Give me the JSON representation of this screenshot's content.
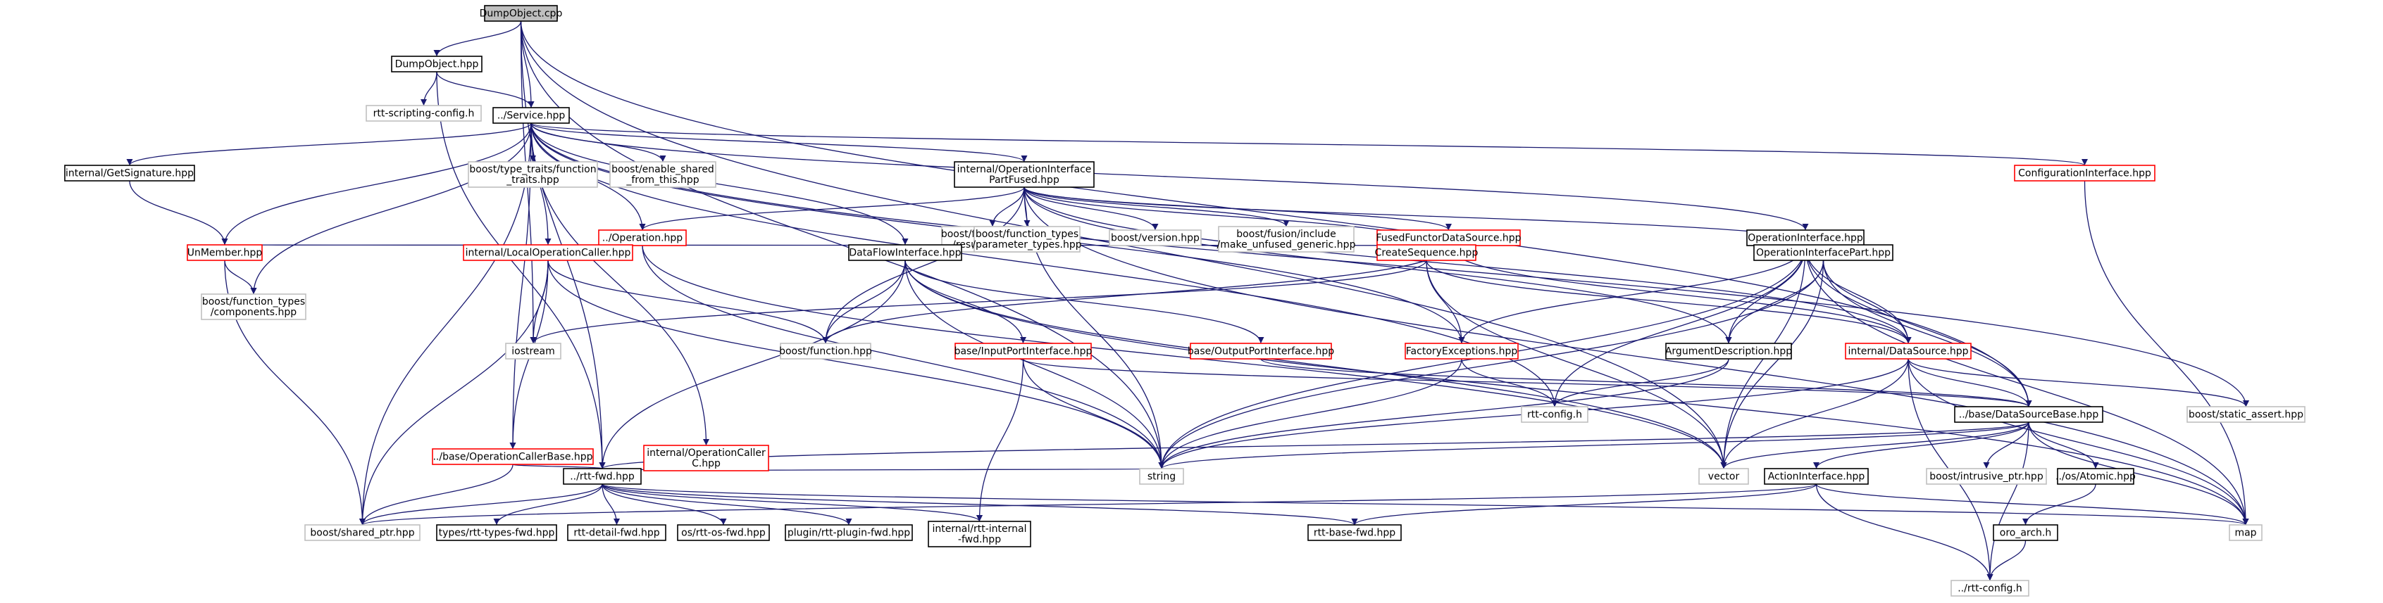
{
  "colors": {
    "edge": "#191970",
    "border_black": "#000000",
    "border_red": "#ff0000",
    "border_gray": "#bfbfbf",
    "root_fill": "#bfbfbf",
    "node_fill": "#ffffff"
  },
  "nodes": [
    {
      "id": "dumpobject_cpp",
      "lines": [
        "DumpObject.cpp"
      ],
      "style": "root"
    },
    {
      "id": "dumpobject_hpp",
      "lines": [
        "DumpObject.hpp"
      ],
      "style": "black"
    },
    {
      "id": "rtt_scripting_config",
      "lines": [
        "rtt-scripting-config.h"
      ],
      "style": "gray"
    },
    {
      "id": "service_hpp",
      "lines": [
        "../Service.hpp"
      ],
      "style": "black"
    },
    {
      "id": "get_signature",
      "lines": [
        "internal/GetSignature.hpp"
      ],
      "style": "black"
    },
    {
      "id": "type_traits_fn",
      "lines": [
        "boost/type_traits/function",
        "_traits.hpp"
      ],
      "style": "gray"
    },
    {
      "id": "enable_shared",
      "lines": [
        "boost/enable_shared",
        "_from_this.hpp"
      ],
      "style": "gray"
    },
    {
      "id": "op_iface_partfused",
      "lines": [
        "internal/OperationInterface",
        "PartFused.hpp"
      ],
      "style": "black"
    },
    {
      "id": "config_iface",
      "lines": [
        "ConfigurationInterface.hpp"
      ],
      "style": "red"
    },
    {
      "id": "operation_hpp",
      "lines": [
        "../Operation.hpp"
      ],
      "style": "red"
    },
    {
      "id": "ft_result",
      "lines": [
        "boost/function_types",
        "/result_type.hpp"
      ],
      "style": "gray"
    },
    {
      "id": "ft_param",
      "lines": [
        "boost/function_types",
        "/parameter_types.hpp"
      ],
      "style": "gray"
    },
    {
      "id": "boost_version",
      "lines": [
        "boost/version.hpp"
      ],
      "style": "gray"
    },
    {
      "id": "fusion_include",
      "lines": [
        "boost/fusion/include",
        "/make_unfused_generic.hpp"
      ],
      "style": "gray"
    },
    {
      "id": "fused_functor",
      "lines": [
        "FusedFunctorDataSource.hpp"
      ],
      "style": "red"
    },
    {
      "id": "op_iface",
      "lines": [
        "OperationInterface.hpp"
      ],
      "style": "black"
    },
    {
      "id": "unmember",
      "lines": [
        "UnMember.hpp"
      ],
      "style": "red"
    },
    {
      "id": "ft_components",
      "lines": [
        "boost/function_types",
        "/components.hpp"
      ],
      "style": "gray"
    },
    {
      "id": "local_op_caller",
      "lines": [
        "internal/LocalOperationCaller.hpp"
      ],
      "style": "red"
    },
    {
      "id": "iostream",
      "lines": [
        "iostream"
      ],
      "style": "gray"
    },
    {
      "id": "dataflow_iface",
      "lines": [
        "DataFlowInterface.hpp"
      ],
      "style": "black"
    },
    {
      "id": "boost_function",
      "lines": [
        "boost/function.hpp"
      ],
      "style": "gray"
    },
    {
      "id": "create_sequence",
      "lines": [
        "CreateSequence.hpp"
      ],
      "style": "red"
    },
    {
      "id": "op_iface_part",
      "lines": [
        "OperationInterfacePart.hpp"
      ],
      "style": "black"
    },
    {
      "id": "input_port",
      "lines": [
        "base/InputPortInterface.hpp"
      ],
      "style": "red"
    },
    {
      "id": "output_port",
      "lines": [
        "base/OutputPortInterface.hpp"
      ],
      "style": "red"
    },
    {
      "id": "factory_exc",
      "lines": [
        "FactoryExceptions.hpp"
      ],
      "style": "red"
    },
    {
      "id": "arg_desc",
      "lines": [
        "ArgumentDescription.hpp"
      ],
      "style": "black"
    },
    {
      "id": "internal_ds",
      "lines": [
        "internal/DataSource.hpp"
      ],
      "style": "red"
    },
    {
      "id": "op_caller_base",
      "lines": [
        "../base/OperationCallerBase.hpp"
      ],
      "style": "red"
    },
    {
      "id": "op_caller_c",
      "lines": [
        "internal/OperationCaller",
        "C.hpp"
      ],
      "style": "red"
    },
    {
      "id": "rtt_config_h",
      "lines": [
        "rtt-config.h"
      ],
      "style": "gray"
    },
    {
      "id": "ds_base",
      "lines": [
        "../base/DataSourceBase.hpp"
      ],
      "style": "black"
    },
    {
      "id": "static_assert",
      "lines": [
        "boost/static_assert.hpp"
      ],
      "style": "gray"
    },
    {
      "id": "rtt_fwd",
      "lines": [
        "../rtt-fwd.hpp"
      ],
      "style": "black"
    },
    {
      "id": "string",
      "lines": [
        "string"
      ],
      "style": "gray"
    },
    {
      "id": "vector",
      "lines": [
        "vector"
      ],
      "style": "gray"
    },
    {
      "id": "action_iface",
      "lines": [
        "ActionInterface.hpp"
      ],
      "style": "black"
    },
    {
      "id": "intrusive_ptr",
      "lines": [
        "boost/intrusive_ptr.hpp"
      ],
      "style": "gray"
    },
    {
      "id": "os_atomic",
      "lines": [
        "../os/Atomic.hpp"
      ],
      "style": "black"
    },
    {
      "id": "map",
      "lines": [
        "map"
      ],
      "style": "gray"
    },
    {
      "id": "shared_ptr",
      "lines": [
        "boost/shared_ptr.hpp"
      ],
      "style": "gray"
    },
    {
      "id": "types_fwd",
      "lines": [
        "types/rtt-types-fwd.hpp"
      ],
      "style": "black"
    },
    {
      "id": "detail_fwd",
      "lines": [
        "rtt-detail-fwd.hpp"
      ],
      "style": "black"
    },
    {
      "id": "os_fwd",
      "lines": [
        "os/rtt-os-fwd.hpp"
      ],
      "style": "black"
    },
    {
      "id": "plugin_fwd",
      "lines": [
        "plugin/rtt-plugin-fwd.hpp"
      ],
      "style": "black"
    },
    {
      "id": "internal_fwd",
      "lines": [
        "internal/rtt-internal",
        "-fwd.hpp"
      ],
      "style": "black"
    },
    {
      "id": "base_fwd",
      "lines": [
        "rtt-base-fwd.hpp"
      ],
      "style": "black"
    },
    {
      "id": "oro_arch",
      "lines": [
        "oro_arch.h"
      ],
      "style": "black"
    },
    {
      "id": "rtt_config2",
      "lines": [
        "../rtt-config.h"
      ],
      "style": "gray"
    }
  ],
  "edges": [
    [
      "dumpobject_cpp",
      "dumpobject_hpp"
    ],
    [
      "dumpobject_cpp",
      "service_hpp"
    ],
    [
      "dumpobject_cpp",
      "iostream"
    ],
    [
      "dumpobject_cpp",
      "string"
    ],
    [
      "dumpobject_cpp",
      "rtt_fwd"
    ],
    [
      "dumpobject_cpp",
      "ds_base"
    ],
    [
      "dumpobject_cpp",
      "vector"
    ],
    [
      "dumpobject_hpp",
      "rtt_scripting_config"
    ],
    [
      "dumpobject_hpp",
      "service_hpp"
    ],
    [
      "dumpobject_hpp",
      "rtt_fwd"
    ],
    [
      "service_hpp",
      "get_signature"
    ],
    [
      "service_hpp",
      "type_traits_fn"
    ],
    [
      "service_hpp",
      "enable_shared"
    ],
    [
      "service_hpp",
      "op_iface_partfused"
    ],
    [
      "service_hpp",
      "config_iface"
    ],
    [
      "service_hpp",
      "operation_hpp"
    ],
    [
      "service_hpp",
      "op_iface"
    ],
    [
      "service_hpp",
      "unmember"
    ],
    [
      "service_hpp",
      "ft_components"
    ],
    [
      "service_hpp",
      "local_op_caller"
    ],
    [
      "service_hpp",
      "dataflow_iface"
    ],
    [
      "service_hpp",
      "op_caller_base"
    ],
    [
      "service_hpp",
      "op_caller_c"
    ],
    [
      "service_hpp",
      "shared_ptr"
    ],
    [
      "service_hpp",
      "static_assert"
    ],
    [
      "service_hpp",
      "rtt_config_h"
    ],
    [
      "service_hpp",
      "factory_exc"
    ],
    [
      "get_signature",
      "unmember"
    ],
    [
      "op_iface_partfused",
      "ft_result"
    ],
    [
      "op_iface_partfused",
      "ft_param"
    ],
    [
      "op_iface_partfused",
      "boost_version"
    ],
    [
      "op_iface_partfused",
      "fusion_include"
    ],
    [
      "op_iface_partfused",
      "fused_functor"
    ],
    [
      "op_iface_partfused",
      "op_iface_part"
    ],
    [
      "op_iface_partfused",
      "create_sequence"
    ],
    [
      "op_iface_partfused",
      "boost_function"
    ],
    [
      "op_iface_partfused",
      "string"
    ],
    [
      "op_iface_partfused",
      "internal_ds"
    ],
    [
      "op_iface_partfused",
      "map"
    ],
    [
      "op_iface_partfused",
      "operation_hpp"
    ],
    [
      "op_iface_partfused",
      "arg_desc"
    ],
    [
      "config_iface",
      "map"
    ],
    [
      "operation_hpp",
      "local_op_caller"
    ],
    [
      "operation_hpp",
      "string"
    ],
    [
      "operation_hpp",
      "vector"
    ],
    [
      "fused_functor",
      "create_sequence"
    ],
    [
      "fused_functor",
      "internal_ds"
    ],
    [
      "fused_functor",
      "unmember"
    ],
    [
      "fused_functor",
      "boost_function"
    ],
    [
      "op_iface",
      "op_iface_part"
    ],
    [
      "op_iface",
      "arg_desc"
    ],
    [
      "op_iface",
      "factory_exc"
    ],
    [
      "op_iface",
      "internal_ds"
    ],
    [
      "op_iface",
      "ds_base"
    ],
    [
      "op_iface",
      "string"
    ],
    [
      "op_iface",
      "vector"
    ],
    [
      "op_iface",
      "map"
    ],
    [
      "op_iface",
      "rtt_config_h"
    ],
    [
      "unmember",
      "ft_components"
    ],
    [
      "unmember",
      "shared_ptr"
    ],
    [
      "local_op_caller",
      "iostream"
    ],
    [
      "local_op_caller",
      "boost_function"
    ],
    [
      "local_op_caller",
      "op_caller_base"
    ],
    [
      "local_op_caller",
      "shared_ptr"
    ],
    [
      "local_op_caller",
      "string"
    ],
    [
      "dataflow_iface",
      "boost_function"
    ],
    [
      "dataflow_iface",
      "input_port"
    ],
    [
      "dataflow_iface",
      "output_port"
    ],
    [
      "dataflow_iface",
      "rtt_fwd"
    ],
    [
      "dataflow_iface",
      "string"
    ],
    [
      "dataflow_iface",
      "vector"
    ],
    [
      "dataflow_iface",
      "map"
    ],
    [
      "create_sequence",
      "factory_exc"
    ],
    [
      "create_sequence",
      "internal_ds"
    ],
    [
      "create_sequence",
      "vector"
    ],
    [
      "create_sequence",
      "iostream"
    ],
    [
      "op_iface_part",
      "arg_desc"
    ],
    [
      "op_iface_part",
      "internal_ds"
    ],
    [
      "op_iface_part",
      "ds_base"
    ],
    [
      "op_iface_part",
      "string"
    ],
    [
      "op_iface_part",
      "vector"
    ],
    [
      "input_port",
      "string"
    ],
    [
      "input_port",
      "internal_fwd"
    ],
    [
      "input_port",
      "ds_base"
    ],
    [
      "output_port",
      "ds_base"
    ],
    [
      "factory_exc",
      "string"
    ],
    [
      "factory_exc",
      "rtt_config_h"
    ],
    [
      "arg_desc",
      "string"
    ],
    [
      "arg_desc",
      "rtt_config_h"
    ],
    [
      "internal_ds",
      "ds_base"
    ],
    [
      "internal_ds",
      "static_assert"
    ],
    [
      "internal_ds",
      "string"
    ],
    [
      "internal_ds",
      "vector"
    ],
    [
      "internal_ds",
      "map"
    ],
    [
      "internal_ds",
      "rtt_config2"
    ],
    [
      "op_caller_base",
      "rtt_fwd"
    ],
    [
      "op_caller_base",
      "shared_ptr"
    ],
    [
      "op_caller_c",
      "rtt_fwd"
    ],
    [
      "op_caller_c",
      "string"
    ],
    [
      "ds_base",
      "rtt_fwd"
    ],
    [
      "ds_base",
      "string"
    ],
    [
      "ds_base",
      "vector"
    ],
    [
      "ds_base",
      "action_iface"
    ],
    [
      "ds_base",
      "intrusive_ptr"
    ],
    [
      "ds_base",
      "os_atomic"
    ],
    [
      "ds_base",
      "map"
    ],
    [
      "ds_base",
      "rtt_config2"
    ],
    [
      "rtt_fwd",
      "shared_ptr"
    ],
    [
      "rtt_fwd",
      "types_fwd"
    ],
    [
      "rtt_fwd",
      "detail_fwd"
    ],
    [
      "rtt_fwd",
      "os_fwd"
    ],
    [
      "rtt_fwd",
      "plugin_fwd"
    ],
    [
      "rtt_fwd",
      "internal_fwd"
    ],
    [
      "rtt_fwd",
      "base_fwd"
    ],
    [
      "rtt_fwd",
      "map"
    ],
    [
      "action_iface",
      "shared_ptr"
    ],
    [
      "action_iface",
      "base_fwd"
    ],
    [
      "action_iface",
      "rtt_config2"
    ],
    [
      "action_iface",
      "map"
    ],
    [
      "os_atomic",
      "oro_arch"
    ],
    [
      "oro_arch",
      "rtt_config2"
    ]
  ]
}
